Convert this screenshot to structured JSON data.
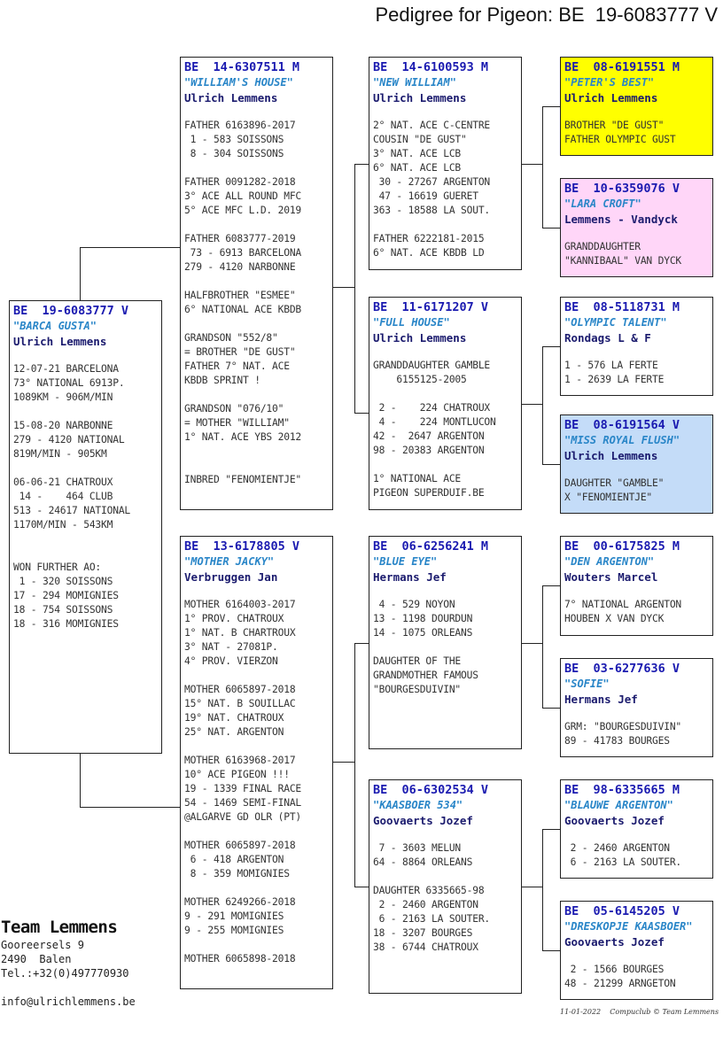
{
  "title": "Pedigree for Pigeon: BE  19-6083777 V",
  "pigeons": [
    {
      "id": "subject",
      "ring": "BE  19-6083777 V",
      "name": "\"BARCA GUSTA\"",
      "owner": "Ulrich Lemmens",
      "bg": "#ffffff",
      "lines": [
        "12-07-21 BARCELONA",
        "73° NATIONAL 6913P.",
        "1089KM - 906M/MIN",
        "",
        "15-08-20 NARBONNE",
        "279 - 4120 NATIONAL",
        "819M/MIN - 905KM",
        "",
        "06-06-21 CHATROUX",
        " 14 -    464 CLUB",
        "513 - 24617 NATIONAL",
        "1170M/MIN - 543KM",
        "",
        "",
        "WON FURTHER AO:",
        " 1 - 320 SOISSONS",
        "17 - 294 MOMIGNIES",
        "18 - 754 SOISSONS",
        "18 - 316 MOMIGNIES"
      ]
    },
    {
      "id": "father",
      "ring": "BE  14-6307511 M",
      "name": "\"WILLIAM'S HOUSE\"",
      "owner": "Ulrich Lemmens",
      "bg": "#ffffff",
      "lines": [
        "FATHER 6163896-2017",
        " 1 - 583 SOISSONS",
        " 8 - 304 SOISSONS",
        "",
        "FATHER 0091282-2018",
        "3° ACE ALL ROUND MFC",
        "5° ACE MFC L.D. 2019",
        "",
        "FATHER 6083777-2019",
        " 73 - 6913 BARCELONA",
        "279 - 4120 NARBONNE",
        "",
        "HALFBROTHER \"ESMEE\"",
        "6° NATIONAL ACE KBDB",
        "",
        "GRANDSON \"552/8\"",
        "= BROTHER \"DE GUST\"",
        "FATHER 7° NAT. ACE",
        "KBDB SPRINT !",
        "",
        "GRANDSON \"076/10\"",
        "= MOTHER \"WILLIAM\"",
        "1° NAT. ACE YBS 2012",
        "",
        "",
        "INBRED \"FENOMIENTJE\""
      ]
    },
    {
      "id": "mother",
      "ring": "BE  13-6178805 V",
      "name": "\"MOTHER JACKY\"",
      "owner": "Verbruggen Jan",
      "bg": "#ffffff",
      "lines": [
        "MOTHER 6164003-2017",
        "1° PROV. CHATROUX",
        "1° NAT. B CHARTROUX",
        "3° NAT - 27081P.",
        "4° PROV. VIERZON",
        "",
        "MOTHER 6065897-2018",
        "15° NAT. B SOUILLAC",
        "19° NAT. CHATROUX",
        "25° NAT. ARGENTON",
        "",
        "MOTHER 6163968-2017",
        "10° ACE PIGEON !!!",
        "19 - 1339 FINAL RACE",
        "54 - 1469 SEMI-FINAL",
        "@ALGARVE GD OLR (PT)",
        "",
        "MOTHER 6065897-2018",
        " 6 - 418 ARGENTON",
        " 8 - 359 MOMIGNIES",
        "",
        "MOTHER 6249266-2018",
        "9 - 291 MOMIGNIES",
        "9 - 255 MOMIGNIES",
        "",
        "MOTHER 6065898-2018"
      ]
    },
    {
      "id": "ff",
      "ring": "BE  14-6100593 M",
      "name": "\"NEW WILLIAM\"",
      "owner": "Ulrich Lemmens",
      "bg": "#ffffff",
      "lines": [
        "2° NAT. ACE C-CENTRE",
        "COUSIN \"DE GUST\"",
        "3° NAT. ACE LCB",
        "6° NAT. ACE LCB",
        " 30 - 27267 ARGENTON",
        " 47 - 16619 GUERET",
        "363 - 18588 LA SOUT.",
        "",
        "FATHER 6222181-2015",
        "6° NAT. ACE KBDB LD"
      ]
    },
    {
      "id": "fm",
      "ring": "BE  11-6171207 V",
      "name": "\"FULL HOUSE\"",
      "owner": "Ulrich Lemmens",
      "bg": "#ffffff",
      "lines": [
        "GRANDDAUGHTER GAMBLE",
        "    6155125-2005",
        "",
        " 2 -    224 CHATROUX",
        " 4 -    224 MONTLUCON",
        "42 -  2647 ARGENTON",
        "98 - 20383 ARGENTON",
        "",
        "1° NATIONAL ACE",
        "PIGEON SUPERDUIF.BE"
      ]
    },
    {
      "id": "mf",
      "ring": "BE  06-6256241 M",
      "name": "\"BLUE EYE\"",
      "owner": "Hermans Jef",
      "bg": "#ffffff",
      "lines": [
        " 4 - 529 NOYON",
        "13 - 1198 DOURDUN",
        "14 - 1075 ORLEANS",
        "",
        "DAUGHTER OF THE",
        "GRANDMOTHER FAMOUS",
        "\"BOURGESDUIVIN\""
      ]
    },
    {
      "id": "mm",
      "ring": "BE  06-6302534 V",
      "name": "\"KAASBOER 534\"",
      "owner": "Goovaerts Jozef",
      "bg": "#ffffff",
      "lines": [
        " 7 - 3603 MELUN",
        "64 - 8864 ORLEANS",
        "",
        "DAUGHTER 6335665-98",
        " 2 - 2460 ARGENTON",
        " 6 - 2163 LA SOUTER.",
        "18 - 3207 BOURGES",
        "38 - 6744 CHATROUX"
      ]
    },
    {
      "id": "fff",
      "ring": "BE  08-6191551 M",
      "name": "\"PETER'S BEST\"",
      "owner": "Ulrich Lemmens",
      "bg": "#ffff00",
      "lines": [
        "BROTHER \"DE GUST\"",
        "FATHER OLYMPIC GUST"
      ]
    },
    {
      "id": "ffm",
      "ring": "BE  10-6359076 V",
      "name": "\"LARA CROFT\"",
      "owner": "Lemmens - Vandyck",
      "bg": "#ffd6f8",
      "lines": [
        "GRANDDAUGHTER",
        "\"KANNIBAAL\" VAN DYCK"
      ]
    },
    {
      "id": "fmf",
      "ring": "BE  08-5118731 M",
      "name": "\"OLYMPIC TALENT\"",
      "owner": "Rondags L & F",
      "bg": "#ffffff",
      "lines": [
        "1 - 576 LA FERTE",
        "1 - 2639 LA FERTE"
      ]
    },
    {
      "id": "fmm",
      "ring": "BE  08-6191564 V",
      "name": "\"MISS ROYAL FLUSH\"",
      "owner": "Ulrich Lemmens",
      "bg": "#c4dcf8",
      "lines": [
        "DAUGHTER \"GAMBLE\"",
        "X \"FENOMIENTJE\""
      ]
    },
    {
      "id": "mff",
      "ring": "BE  00-6175825 M",
      "name": "\"DEN ARGENTON\"",
      "owner": "Wouters Marcel",
      "bg": "#ffffff",
      "lines": [
        "7° NATIONAL ARGENTON",
        "HOUBEN X VAN DYCK"
      ]
    },
    {
      "id": "mfm",
      "ring": "BE  03-6277636 V",
      "name": "\"SOFIE\"",
      "owner": "Hermans Jef",
      "bg": "#ffffff",
      "lines": [
        "GRM: \"BOURGESDUIVIN\"",
        "89 - 41783 BOURGES"
      ]
    },
    {
      "id": "mmf",
      "ring": "BE  98-6335665 M",
      "name": "\"BLAUWE ARGENTON\"",
      "owner": "Goovaerts Jozef",
      "bg": "#ffffff",
      "lines": [
        " 2 - 2460 ARGENTON",
        " 6 - 2163 LA SOUTER."
      ]
    },
    {
      "id": "mmm",
      "ring": "BE  05-6145205 V",
      "name": "\"DRESKOPJE KAASBOER\"",
      "owner": "Goovaerts Jozef",
      "bg": "#ffffff",
      "lines": [
        " 2 - 1566 BOURGES",
        "48 - 21299 ARNGETON"
      ]
    }
  ],
  "footer": {
    "team": "Team Lemmens",
    "address1": "Gooreersels 9",
    "address2": "2490  Balen",
    "phone": "Tel.:+32(0)497770930",
    "email": "info@ulrichlemmens.be",
    "stamp": "11-01-2022    Compuclub © Team Lemmens"
  }
}
